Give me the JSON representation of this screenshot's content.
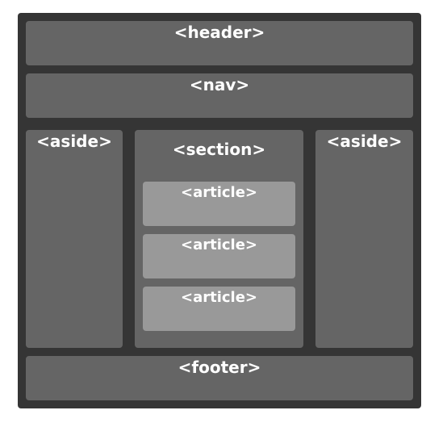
{
  "diagram": {
    "header": "<header>",
    "nav": "<nav>",
    "aside_left": "<aside>",
    "section": "<section>",
    "articles": [
      "<article>",
      "<article>",
      "<article>"
    ],
    "aside_right": "<aside>",
    "footer": "<footer>"
  },
  "colors": {
    "frame": "#353535",
    "block": "#656565",
    "article": "#999999",
    "text": "#ffffff"
  }
}
